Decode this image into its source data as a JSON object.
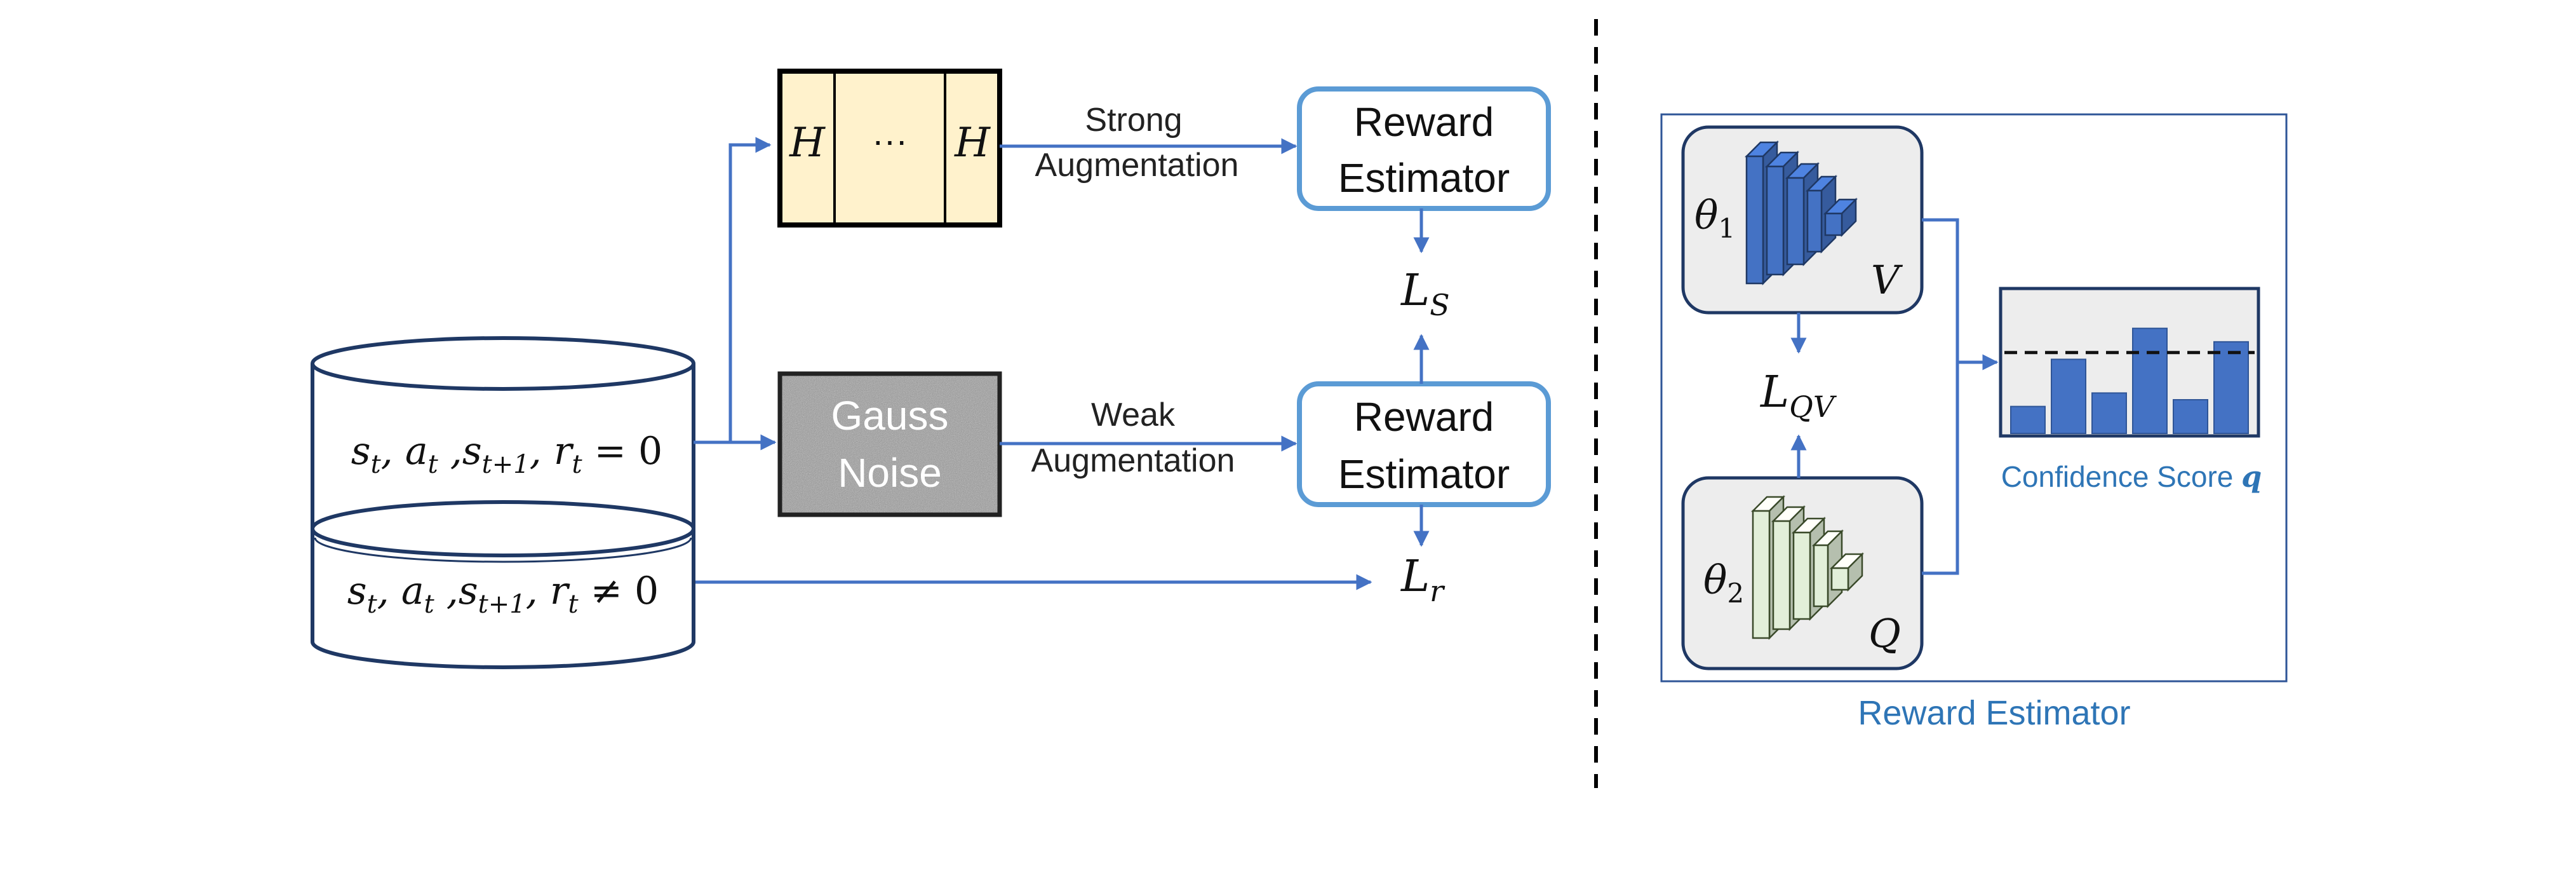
{
  "left_panel": {
    "db_row_top": {
      "s": "s",
      "s_sub": "t",
      "a": "a",
      "a_sub": "t",
      "s_next": "s",
      "s_next_sub": "t+1",
      "r": "r",
      "r_sub": "t",
      "relation": "= 0"
    },
    "db_row_bottom": {
      "s": "s",
      "s_sub": "t",
      "a": "a",
      "a_sub": "t",
      "s_next": "s",
      "s_next_sub": "t+1",
      "r": "r",
      "r_sub": "t",
      "relation": "≠ 0"
    },
    "strong_box": {
      "left_label": "H",
      "middle_label": "···",
      "right_label": "H"
    },
    "noise_box": {
      "line1": "Gauss",
      "line2": "Noise"
    },
    "strong_aug": {
      "line1": "Strong",
      "line2": "Augmentation"
    },
    "weak_aug": {
      "line1": "Weak",
      "line2": "Augmentation"
    },
    "reward_estimator_top": {
      "line1": "Reward",
      "line2": "Estimator"
    },
    "reward_estimator_bottom": {
      "line1": "Reward",
      "line2": "Estimator"
    },
    "loss_strong": {
      "base": "L",
      "sub": "S"
    },
    "loss_reward": {
      "base": "L",
      "sub": "r"
    }
  },
  "right_panel": {
    "network_v": {
      "theta": "θ",
      "theta_sub": "1",
      "label": "V",
      "color": "#4472C4"
    },
    "network_q": {
      "theta": "θ",
      "theta_sub": "2",
      "label": "Q",
      "color": "#E2EFD9"
    },
    "loss_qv": {
      "base": "L",
      "sub": "QV"
    },
    "confidence": {
      "label": "Confidence Score ",
      "symbol": "q",
      "bars": [
        0.2,
        0.55,
        0.3,
        0.78,
        0.25,
        0.68
      ],
      "threshold": 0.6
    },
    "caption": "Reward Estimator"
  },
  "colors": {
    "arrow": "#4472C4",
    "outline": "#1F3864",
    "rounded": "#5B9BD5",
    "accent_text": "#2E75B6",
    "yellow": "#FFF2CC"
  }
}
